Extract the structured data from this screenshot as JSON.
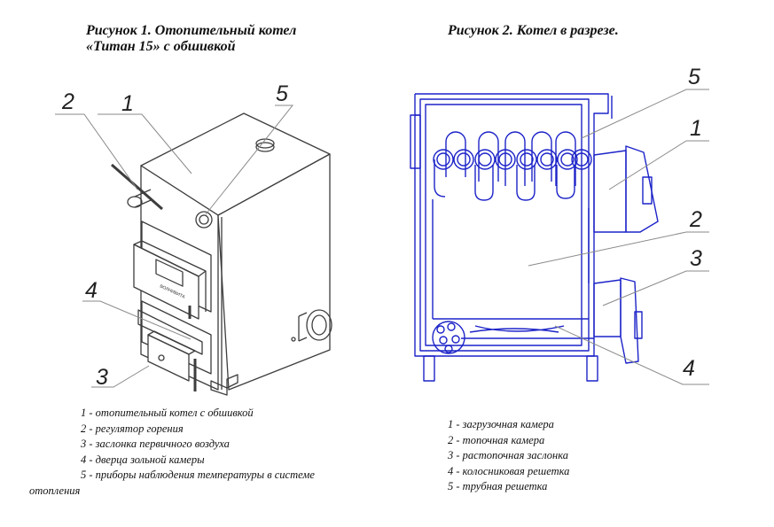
{
  "figure1": {
    "caption_line1": "Рисунок 1. Отопительный котел",
    "caption_line2": "«Титан 15» с обшивкой",
    "brand_plate": "ВОЛНИВИТА",
    "callouts": [
      "1",
      "2",
      "3",
      "4",
      "5"
    ],
    "legend": [
      "1 - отопительный котел с обшивкой",
      "2 -  регулятор горения",
      "3 -  заслонка первичного воздуха",
      "4  - дверца зольной камеры",
      "5 -   приборы наблюдения температуры в системе",
      "отопления"
    ]
  },
  "figure2": {
    "caption": "Рисунок 2. Котел в разрезе.",
    "callouts": [
      "1",
      "2",
      "3",
      "4",
      "5"
    ],
    "legend": [
      "1 - загрузочная камера",
      "2 - топочная камера",
      "3 - растопочная заслонка",
      "4 -  колосниковая решетка",
      "5 -  трубная решетка"
    ]
  },
  "colors": {
    "outline": "#3d3d3d",
    "section": "#1c23c8",
    "leader": "#8a8a8a"
  }
}
